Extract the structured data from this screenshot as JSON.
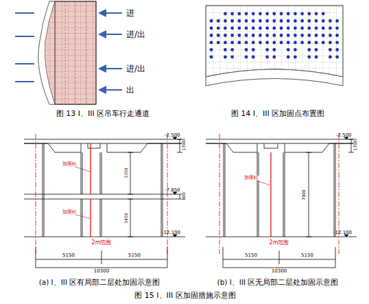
{
  "diagram": {
    "caption": "图 15 I、III 区加固措施示意图",
    "labels": [
      "进",
      "进/出",
      "进/出",
      "出",
      "图 13 I、III 区吊车行走通道",
      "图 14 I、III 区加固点布置图",
      "-2.500",
      "1700",
      "加固柱",
      "3350",
      "-7.850",
      "800",
      "加固柱",
      "3450",
      "-12.100",
      "2m范围",
      "5150",
      "5150",
      "10300",
      "-2.500",
      "1700",
      "加固柱",
      "7900",
      "-12.100",
      "2m范围",
      "5150",
      "5150",
      "10300",
      "(a) I、III 区有局部二层处加固示意图",
      "(b) I、III 区无局部二层处加固示意图"
    ]
  }
}
